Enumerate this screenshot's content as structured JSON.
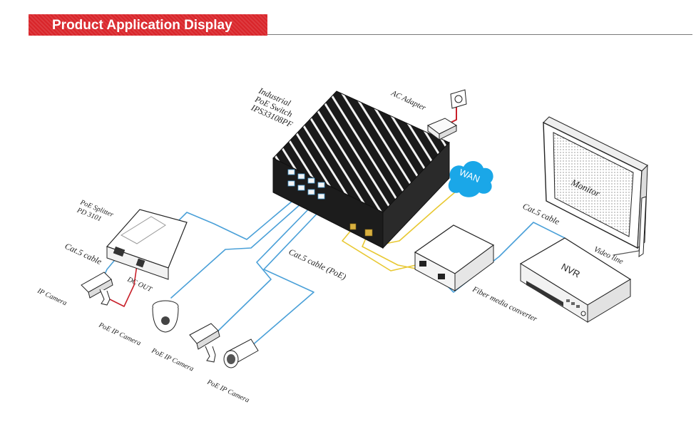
{
  "header": {
    "title": "Product Application Display"
  },
  "labels": {
    "switch": [
      "Industrial",
      "PoE Switch",
      "IPS33108PF"
    ],
    "ac_adapter": "AC Adapter",
    "wan": "WAN",
    "monitor": "Monitor",
    "cat5_top": "Cat.5 cable",
    "video_line": "Video line",
    "nvr": "NVR",
    "fiber": "Fiber media converter",
    "poe_splitter": [
      "PoE Splitter",
      "PD 3101"
    ],
    "cat5_left": "Cat.5 cable",
    "dc_out": "DC OUT",
    "ip_camera": "IP Camera",
    "cat5_poe": "Cat.5 cable (PoE)",
    "poe_cam1": "PoE IP Camera",
    "poe_cam2": "PoE IP Camera",
    "poe_cam3": "PoE IP Camera"
  },
  "colors": {
    "header": "#d9252a",
    "poe_cable": "#4aa0d8",
    "fiber_cable": "#e8c832",
    "power_cable": "#c8202a"
  }
}
